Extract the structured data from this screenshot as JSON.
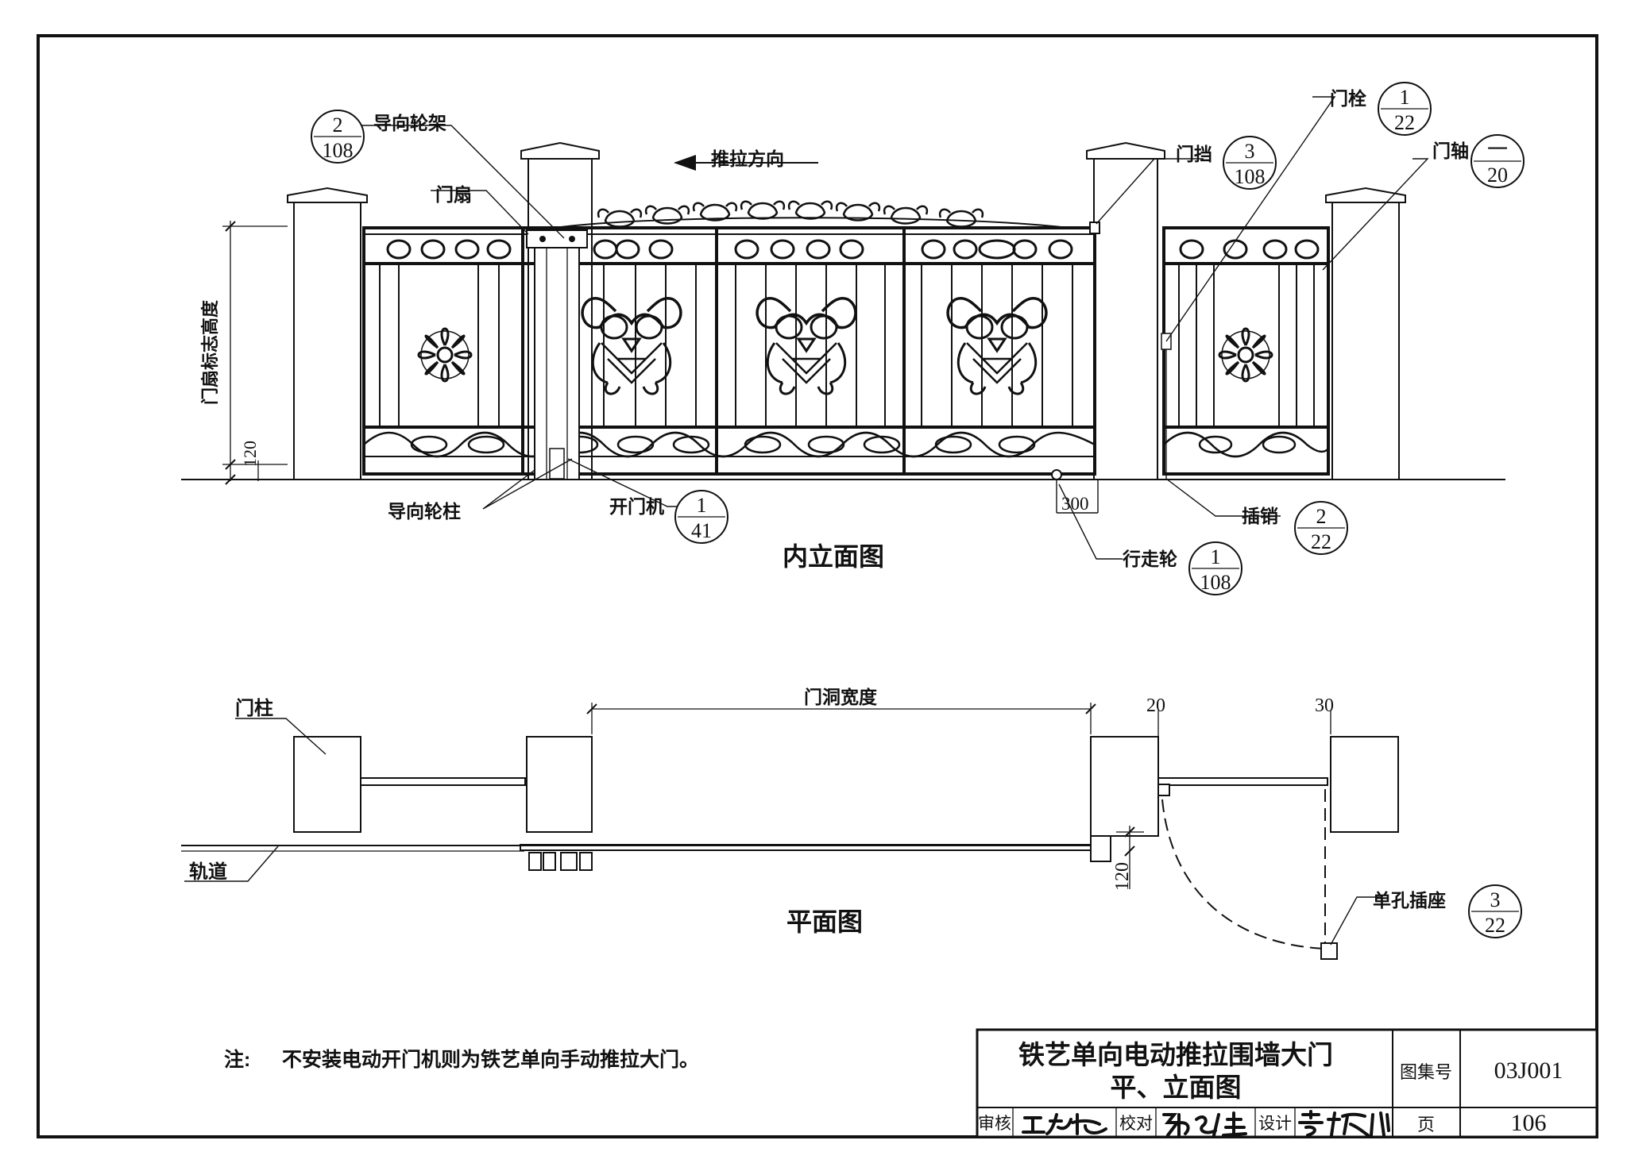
{
  "elevation": {
    "title": "内立面图",
    "labels": {
      "guide_frame": "导向轮架",
      "push_direction": "推拉方向",
      "leaf": "门扇",
      "stopper": "门挡",
      "latch": "门栓",
      "hinge": "门轴",
      "height_dim": "门扇标志高度",
      "height_120": "120",
      "guide_post": "导向轮柱",
      "opener": "开门机",
      "bolt": "插销",
      "wheel": "行走轮",
      "dim_300": "300"
    },
    "refs": {
      "guide_frame": {
        "top": "2",
        "bottom": "108"
      },
      "stopper": {
        "top": "3",
        "bottom": "108"
      },
      "latch": {
        "top": "1",
        "bottom": "22"
      },
      "hinge": {
        "top": "一",
        "bottom": "20"
      },
      "opener": {
        "top": "1",
        "bottom": "41"
      },
      "bolt": {
        "top": "2",
        "bottom": "22"
      },
      "wheel": {
        "top": "1",
        "bottom": "108"
      }
    }
  },
  "plan": {
    "title": "平面图",
    "labels": {
      "post": "门柱",
      "opening_width": "门洞宽度",
      "track": "轨道",
      "dim_20": "20",
      "dim_30": "30",
      "dim_120": "120",
      "socket": "单孔插座"
    },
    "refs": {
      "socket": {
        "top": "3",
        "bottom": "22"
      }
    }
  },
  "note": {
    "prefix": "注:",
    "text": "不安装电动开门机则为铁艺单向手动推拉大门。"
  },
  "title_block": {
    "title_line1": "铁艺单向电动推拉围墙大门",
    "title_line2": "平、立面图",
    "atlas_label": "图集号",
    "atlas_no": "03J001",
    "page_label": "页",
    "page_no": "106",
    "review_label": "审核",
    "check_label": "校对",
    "design_label": "设计"
  }
}
